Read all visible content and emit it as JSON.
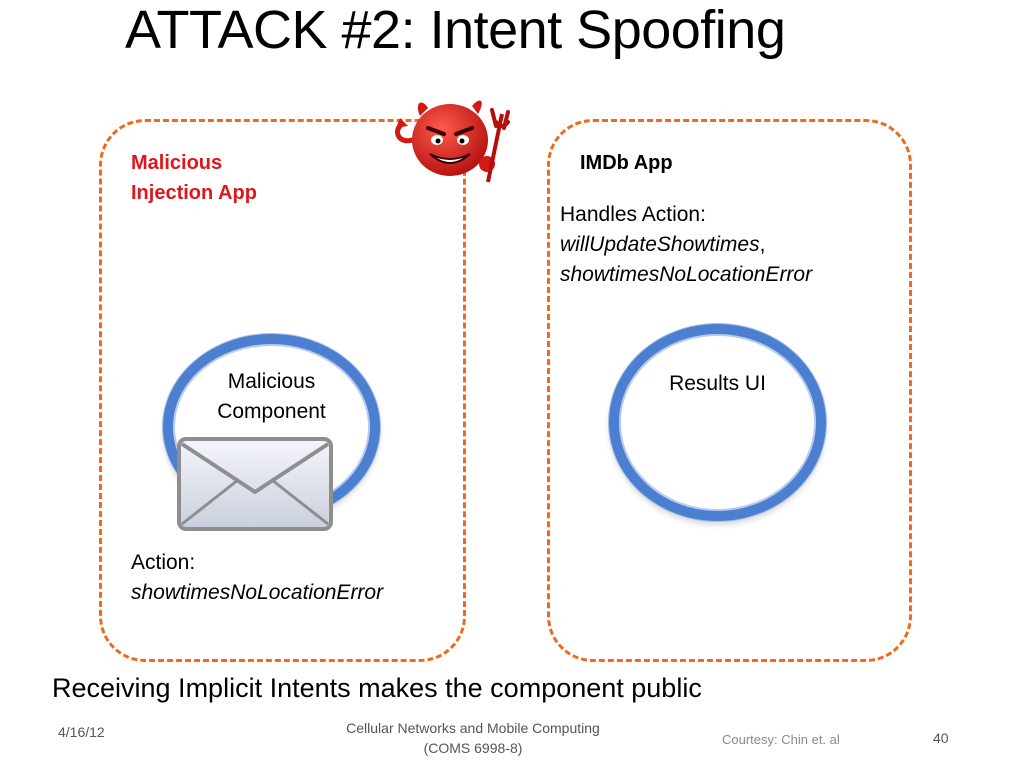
{
  "title": "ATTACK #2: Intent Spoofing",
  "left_app": {
    "label_line1": "Malicious",
    "label_line2": "Injection App",
    "component_line1": "Malicious",
    "component_line2": "Component",
    "action_label": "Action:",
    "action_value": "showtimesNoLocationError"
  },
  "right_app": {
    "label": "IMDb App",
    "handles_label": "Handles Action:",
    "handles_value1": "willUpdateShowtimes",
    "handles_sep": ",",
    "handles_value2": "showtimesNoLocationError",
    "component": "Results UI"
  },
  "subtitle": "Receiving Implicit Intents makes the component public",
  "footer": {
    "date": "4/16/12",
    "course_line1": "Cellular Networks and Mobile Computing",
    "course_line2": "(COMS 6998-8)",
    "courtesy": "Courtesy: Chin et. al",
    "page": "40"
  },
  "colors": {
    "dashed_border": "#ee6a1f",
    "malicious_label": "#e0161b",
    "circle_ring": "#4d7fd0"
  },
  "icons": [
    "devil-icon",
    "envelope-icon"
  ]
}
